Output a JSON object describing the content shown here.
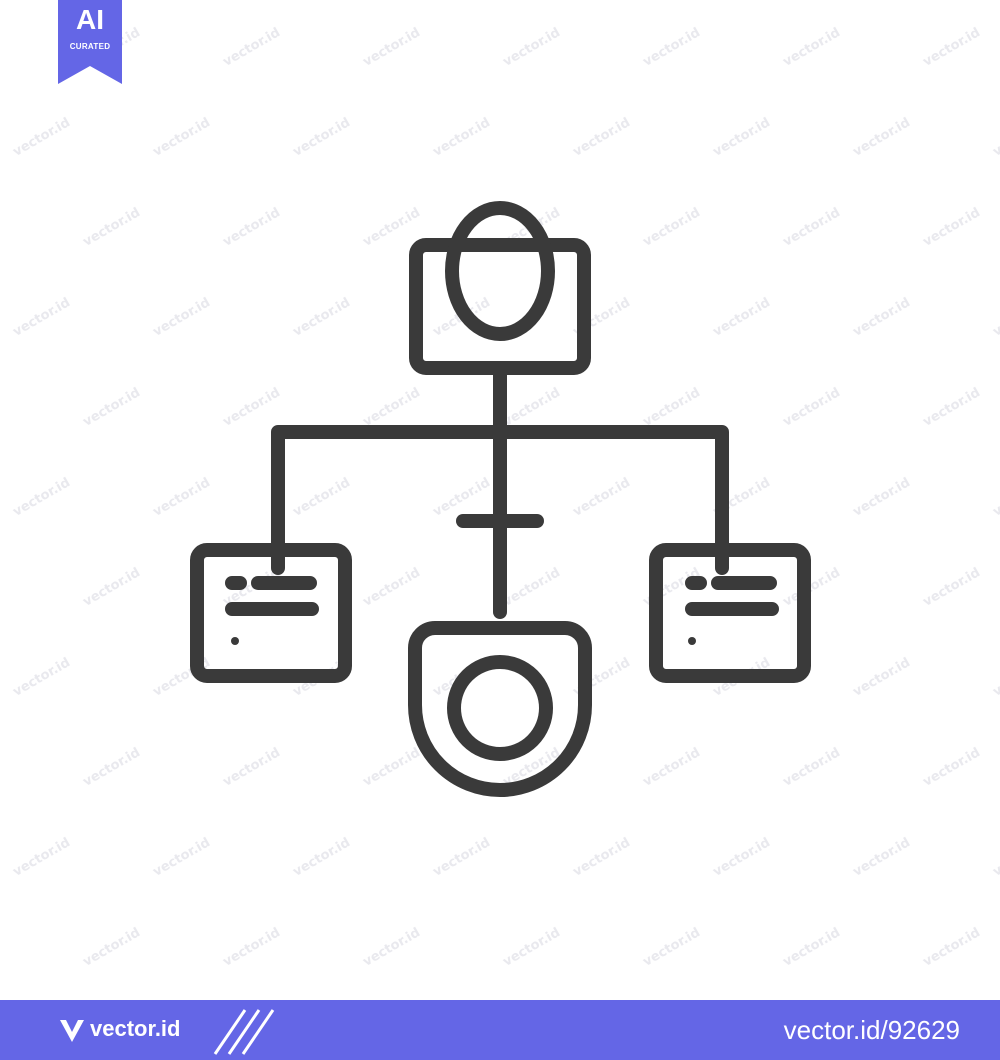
{
  "badge": {
    "title": "AI",
    "subtitle": "CURATED"
  },
  "watermark": {
    "text": "vector.id"
  },
  "footer": {
    "brand": "vector.id",
    "image_id": "vector.id/92629"
  },
  "colors": {
    "accent": "#6466e6",
    "stroke": "#3a3a3a",
    "background": "#ffffff"
  },
  "icon": {
    "name": "hierarchy-flowchart-icon"
  }
}
